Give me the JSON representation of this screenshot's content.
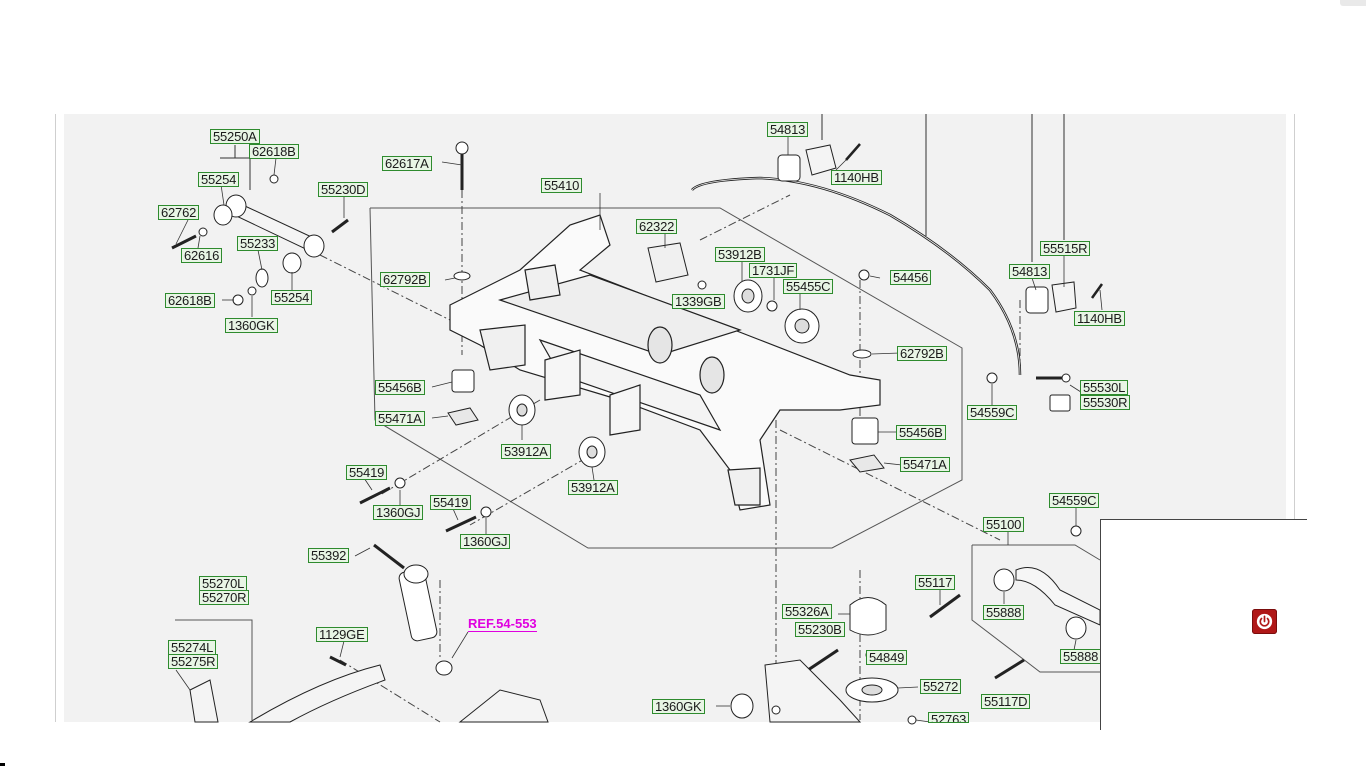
{
  "diagram": {
    "part_labels": [
      "55250A",
      "62618B",
      "55254",
      "62762",
      "62616",
      "55230D",
      "55233",
      "62618B",
      "55254",
      "1360GK",
      "62617A",
      "55410",
      "62792B",
      "62322",
      "53912B",
      "1731JF",
      "1339GB",
      "55455C",
      "54456",
      "62792B",
      "55456B",
      "55471A",
      "53912A",
      "53912A",
      "55456B",
      "55471A",
      "55419",
      "1360GJ",
      "55419",
      "1360GJ",
      "54813",
      "1140HB",
      "55515R",
      "54813",
      "1140HB",
      "54559C",
      "55530L",
      "55530R",
      "54559C",
      "55100",
      "55392",
      "55117",
      "55888",
      "55888",
      "55270L",
      "55270R",
      "55274L",
      "55275R",
      "1129GE",
      "55326A",
      "55230B",
      "54849",
      "55272",
      "1360GK",
      "55117D",
      "52763"
    ],
    "reference_label": "REF.54-553"
  },
  "overlay": {
    "power_button_icon": "power-icon",
    "power_button_color": "#b01818"
  }
}
